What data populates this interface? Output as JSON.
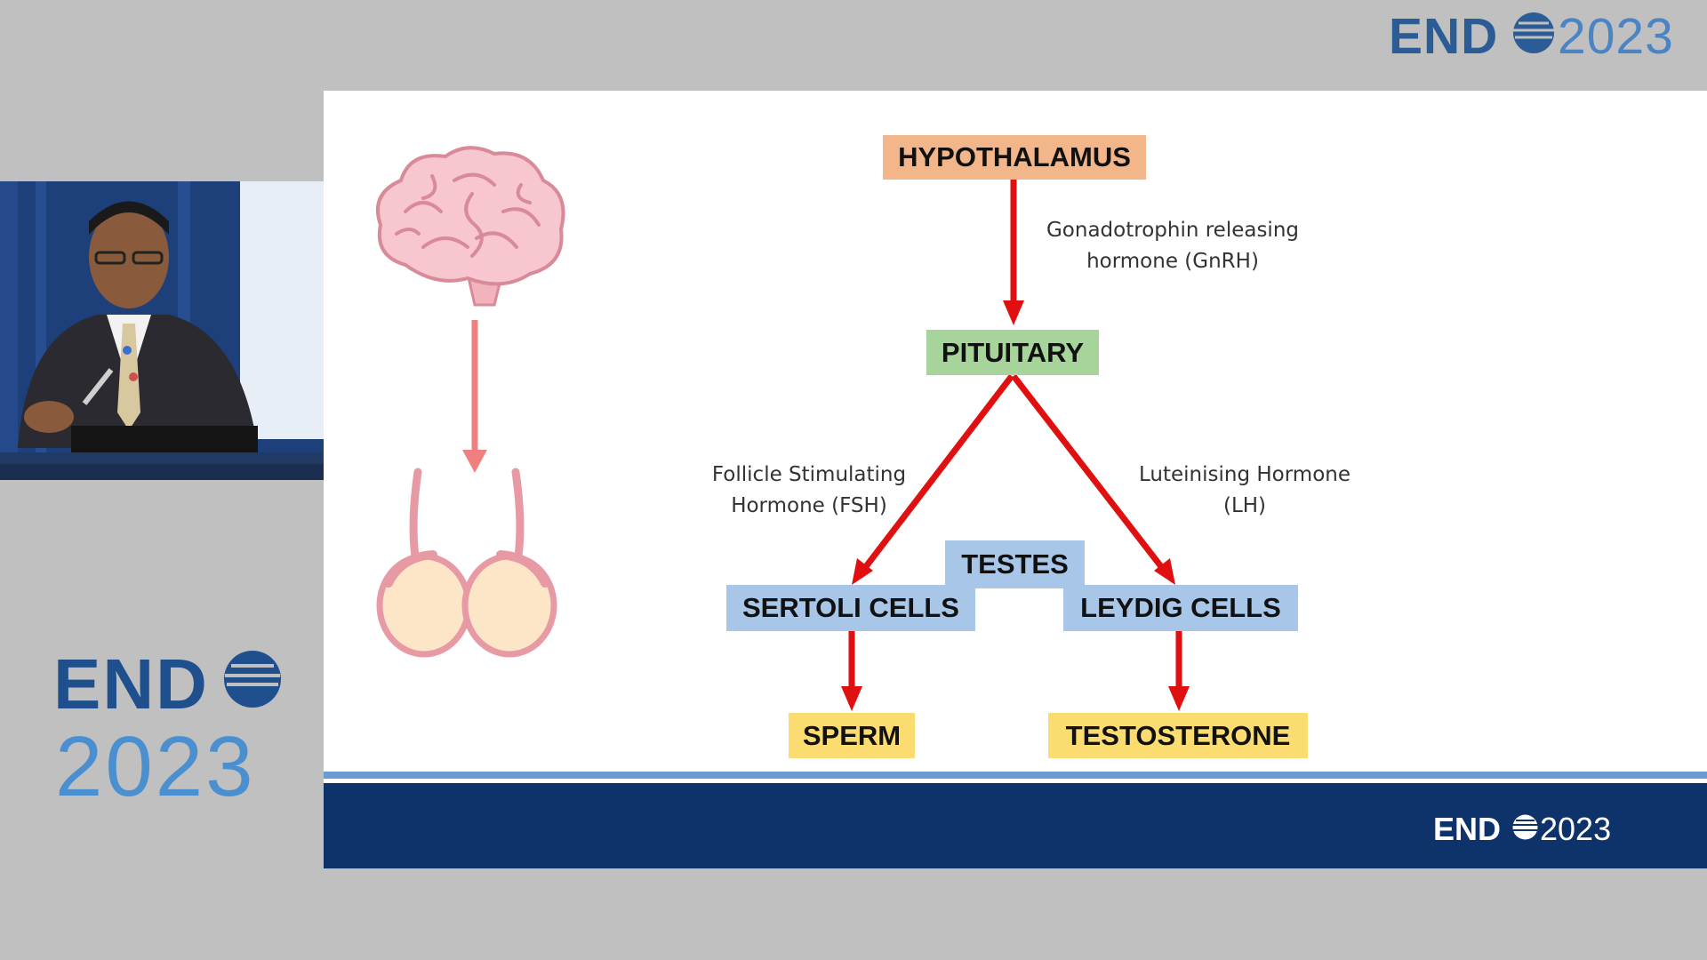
{
  "logos": {
    "corner": {
      "brand": "END",
      "year": "2023"
    },
    "side": {
      "brand": "END",
      "year": "2023"
    },
    "footer": {
      "brand": "END",
      "year": "2023"
    }
  },
  "diagram": {
    "hypothalamus": "HYPOTHALAMUS",
    "gnrh_line1": "Gonadotrophin releasing",
    "gnrh_line2": "hormone (GnRH)",
    "pituitary": "PITUITARY",
    "fsh_line1": "Follicle Stimulating",
    "fsh_line2": "Hormone (FSH)",
    "lh_line1": "Luteinising Hormone",
    "lh_line2": "(LH)",
    "testes": "TESTES",
    "sertoli": "SERTOLI CELLS",
    "leydig": "LEYDIG CELLS",
    "sperm": "SPERM",
    "testosterone": "TESTOSTERONE"
  },
  "colors": {
    "arrow_red": "#e01010",
    "arrow_pink": "#f08080",
    "brain_pink": "#f7c6cf",
    "testis_fill": "#fde6c8",
    "navy": "#0e326a"
  }
}
